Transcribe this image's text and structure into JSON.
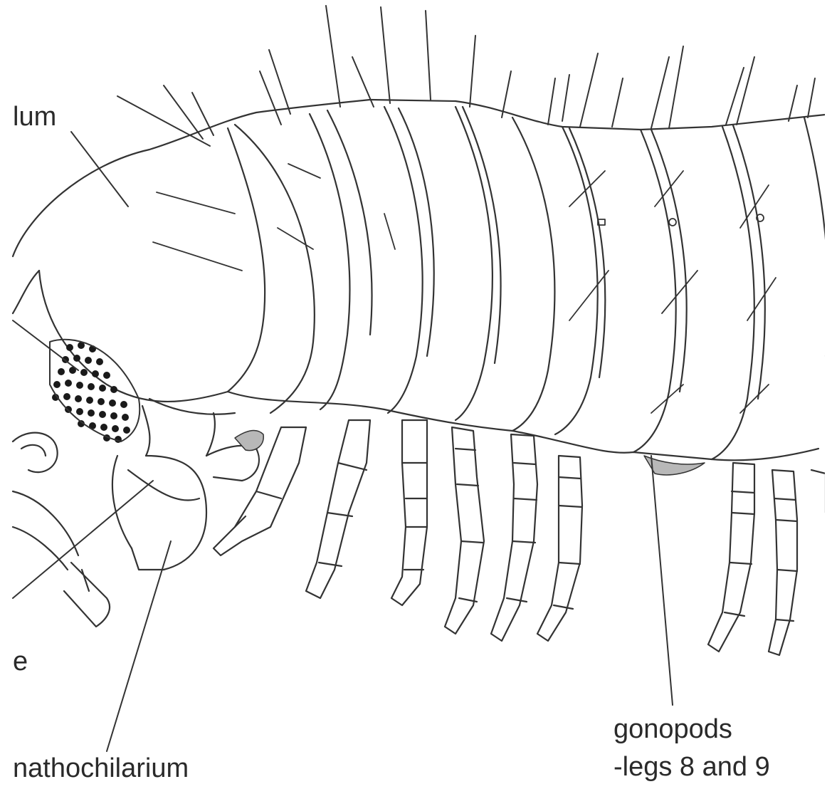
{
  "diagram": {
    "subject": "millipede anatomy, lateral view",
    "labels": {
      "collum_partial": "lum",
      "antenna_partial": "e",
      "gnathochilarium_partial": "nathochilarium",
      "gonopods_line1": "gonopods",
      "gonopods_line2": "-legs 8 and 9"
    },
    "colors": {
      "stroke": "#333333",
      "background": "#ffffff",
      "label_text": "#2a2a2a",
      "eye_dots": "#1a1a1a",
      "shaded_parts": "#b8b8b8"
    }
  }
}
